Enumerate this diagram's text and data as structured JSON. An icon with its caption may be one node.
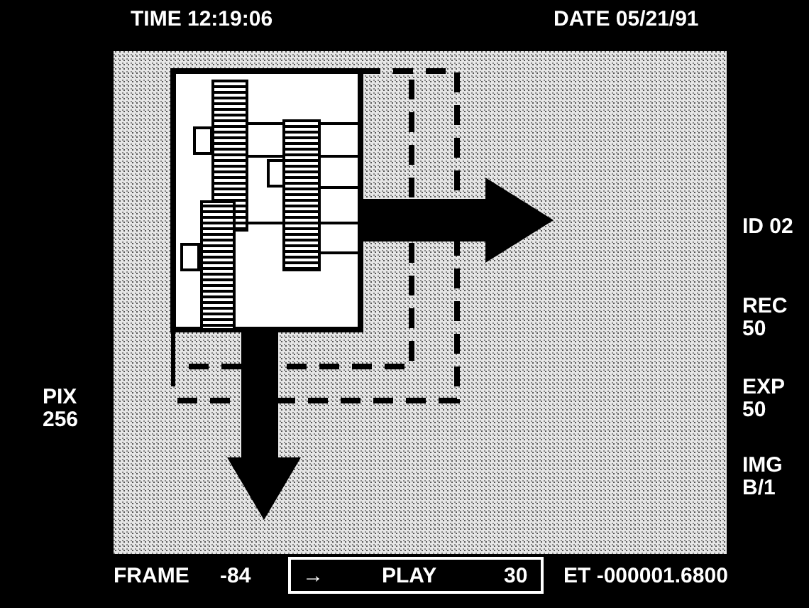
{
  "diagram": {
    "nodes": [
      {
        "text": [
          "→",
          "PLAY",
          "30"
        ]
      }
    ],
    "labels": [
      "TIME 12:19:06",
      "DATE 05/21/91",
      "ID 02",
      "REC 50",
      "PIX 256",
      "EXP 50",
      "IMG B/1",
      "FRAME",
      "-84",
      "ET -000001.6800"
    ]
  }
}
